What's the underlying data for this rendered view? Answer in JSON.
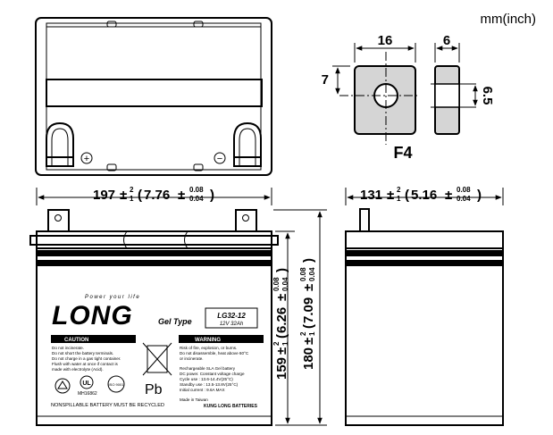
{
  "unit_label": "mm(inch)",
  "terminal": {
    "label": "F4",
    "width": "16",
    "thickness": "6",
    "height": "7",
    "hole": "6.5"
  },
  "length_dim": {
    "base": "197",
    "tol_plus": "2",
    "tol_minus": "1",
    "inch": "7.76",
    "inch_plus": "0.08",
    "inch_minus": "0.04"
  },
  "width_dim": {
    "base": "131",
    "tol_plus": "2",
    "tol_minus": "1",
    "inch": "5.16",
    "inch_plus": "0.08",
    "inch_minus": "0.04"
  },
  "height_dim": {
    "base": "159",
    "tol_plus": "2",
    "tol_minus": "1",
    "inch": "6.26",
    "inch_plus": "0.08",
    "inch_minus": "0.04"
  },
  "total_height_dim": {
    "base": "180",
    "tol_plus": "2",
    "tol_minus": "1",
    "inch": "7.09",
    "inch_plus": "0.08",
    "inch_minus": "0.04"
  },
  "polarity": {
    "positive": "+",
    "negative": "−"
  },
  "label": {
    "brand": "LONG",
    "slogan": "Power your life",
    "series": "Gel Type",
    "model": "LG32-12",
    "rating": "12V 32Ah",
    "caution_title": "CAUTION",
    "caution_lines": [
      "Do not incinerate.",
      "Do not short the battery terminals.",
      "Do not charge in a gas tight container.",
      "Flush with water at once if contact is",
      "made with electrolyte (Acid)."
    ],
    "warning_title": "WARNING",
    "warning_lines": [
      "Risk of fire, explosion, or burns.",
      "Do not disassemble, heat above 60°C",
      "or incinerate.",
      "",
      "Rechargeable SLA Gel battery",
      "DC power. Constant voltage charge",
      "Cycle use : 13.6-14.4V(25°C)",
      "Standby use : 13.5-13.8V(25°C)",
      "Initial current : 9.6A MAX"
    ],
    "made_in": "Made in Taiwan",
    "ul_mark": "UL",
    "ul_code": "MH16862",
    "iso_badge": "ISO 9001",
    "pb_symbol": "Pb",
    "nonspillable": "NONSPILLABLE BATTERY MUST BE RECYCLED",
    "maker": "KUNG LONG BATTERIES"
  }
}
